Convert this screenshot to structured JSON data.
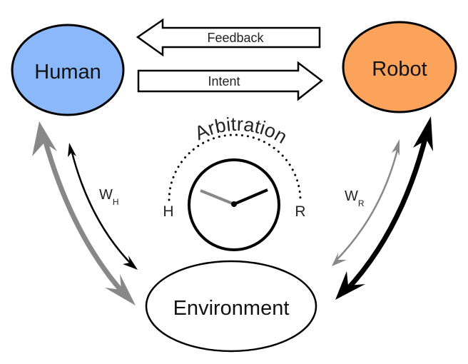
{
  "diagram": {
    "nodes": {
      "human": {
        "label": "Human",
        "fill": "#8ab8fb"
      },
      "robot": {
        "label": "Robot",
        "fill": "#fba35b"
      },
      "environment": {
        "label": "Environment",
        "fill": "#ffffff"
      }
    },
    "channels": {
      "feedback": {
        "label": "Feedback",
        "direction": "robot-to-human"
      },
      "intent": {
        "label": "Intent",
        "direction": "human-to-robot"
      }
    },
    "arbitration": {
      "title": "Arbitration",
      "left_label": "H",
      "right_label": "R",
      "human_hand_color": "#888888",
      "robot_hand_color": "#000000"
    },
    "weights": {
      "human": {
        "symbol": "W",
        "subscript": "H"
      },
      "robot": {
        "symbol": "W",
        "subscript": "R"
      }
    },
    "colors": {
      "human_weight_arrow_thick": "#888888",
      "human_weight_arrow_thin": "#000000",
      "robot_weight_arrow_thick": "#000000",
      "robot_weight_arrow_thin": "#888888"
    }
  }
}
